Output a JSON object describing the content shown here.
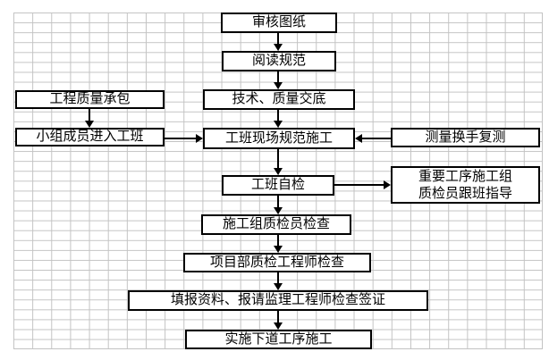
{
  "flowchart": {
    "nodes": [
      {
        "label": "审核图纸"
      },
      {
        "label": "阅读规范"
      },
      {
        "label": "技术、质量交底"
      },
      {
        "label": "工程质量承包"
      },
      {
        "label": "小组成员进入工班"
      },
      {
        "label": "工班现场规范施工"
      },
      {
        "label": "测量换手复测"
      },
      {
        "label": "工班自检"
      },
      {
        "label": "重要工序施工组\n质检员跟班指导"
      },
      {
        "label": "施工组质检员检查"
      },
      {
        "label": "项目部质检工程师检查"
      },
      {
        "label": "填报资料、报请监理工程师检查签证"
      },
      {
        "label": "实施下道工序施工"
      }
    ],
    "colors": {
      "grid_line": "#c3c3c3",
      "connector": "#000000",
      "box_border": "#000000",
      "box_fill": "#ffffff",
      "text": "#000000"
    }
  }
}
